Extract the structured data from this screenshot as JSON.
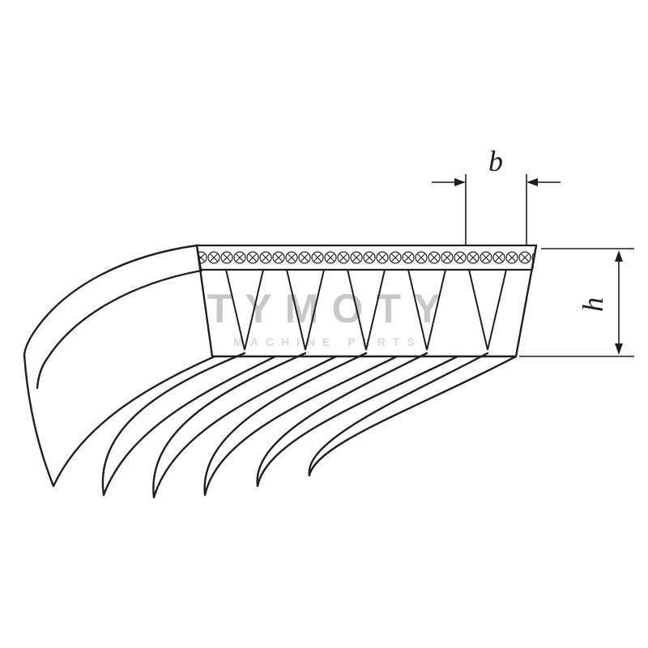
{
  "diagram": {
    "type": "poly-v-ribbed-belt-technical-drawing",
    "dimension_labels": {
      "belt_pitch_width": "b",
      "belt_height": "h"
    },
    "watermark": {
      "brand": "TYMOTY",
      "tagline": "MACHINE PARTS"
    },
    "colors": {
      "line": "#1f1f1f",
      "watermark_primary": "#c8c8c8",
      "watermark_secondary": "#d9d9d9",
      "background": "#ffffff"
    }
  }
}
